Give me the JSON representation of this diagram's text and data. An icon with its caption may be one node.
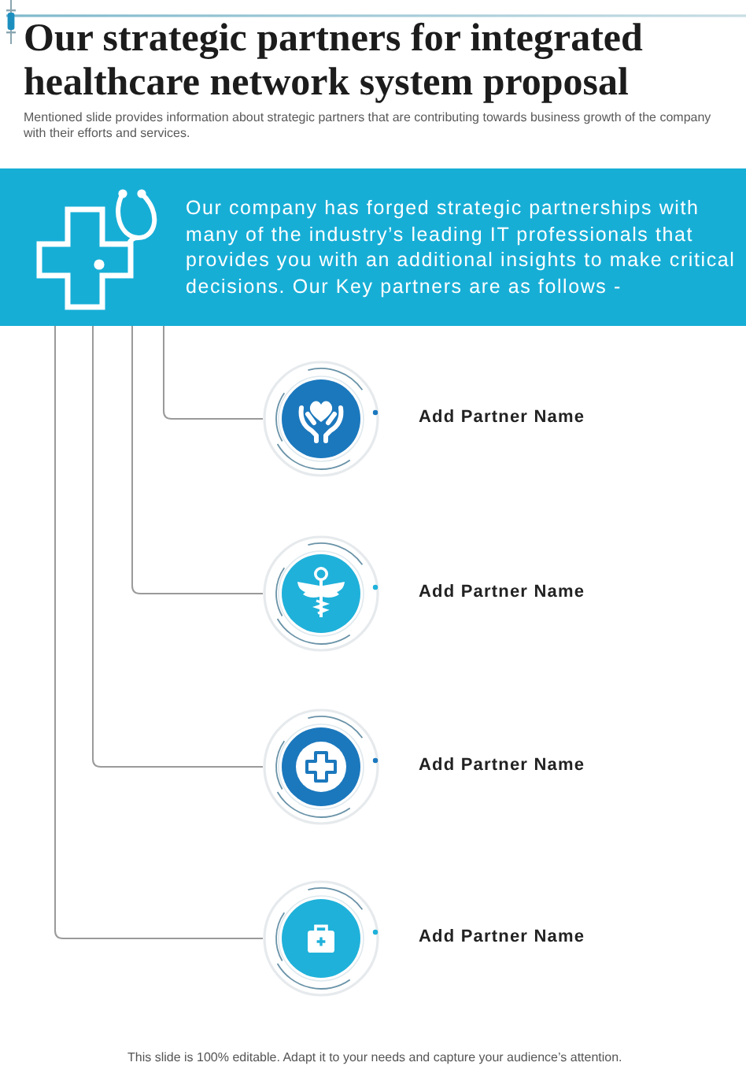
{
  "diagram": {
    "title": "Our strategic partners for integrated healthcare network system proposal",
    "nodes": [
      {
        "text": [
          "Our company has forged strategic partnerships with many of the industry’s leading IT professionals that provides you with an additional insights to make critical decisions. Our Key partners are as follows -"
        ]
      },
      {
        "text": [],
        "shape": "circle",
        "beside": [
          "Add Partner Name"
        ]
      },
      {
        "text": [],
        "shape": "circle",
        "beside": [
          "Add Partner Name"
        ]
      },
      {
        "text": [],
        "shape": "circle",
        "beside": [
          "Add Partner Name"
        ]
      },
      {
        "text": [],
        "shape": "circle",
        "beside": [
          "Add Partner Name"
        ]
      }
    ],
    "edges": [
      {
        "from": 0,
        "to": 1,
        "arrow": "none"
      },
      {
        "from": 0,
        "to": 2,
        "arrow": "none"
      },
      {
        "from": 0,
        "to": 3,
        "arrow": "none"
      },
      {
        "from": 0,
        "to": 4,
        "arrow": "none"
      }
    ],
    "labels": [
      "Mentioned slide provides information about strategic partners that are contributing towards business growth of the company with their efforts and services.",
      "This slide is 100% editable. Adapt it to your needs and capture your audience’s attention."
    ]
  }
}
